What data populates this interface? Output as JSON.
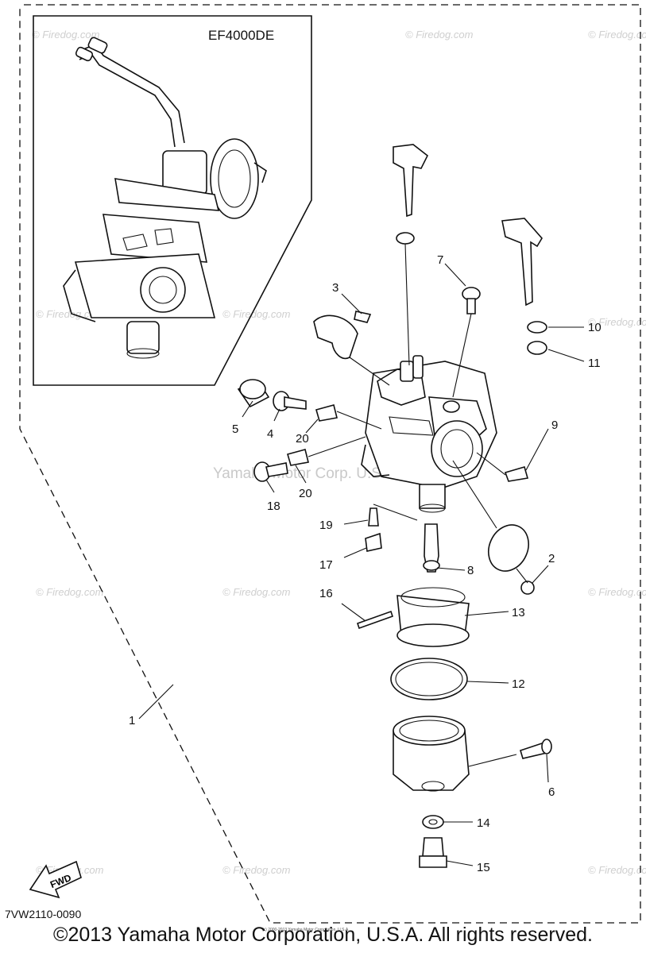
{
  "model_label": "EF4000DE",
  "diagram_code": "7VW2110-0090",
  "copyright": "©2013 Yamaha Motor Corporation, U.S.A. All rights reserved.",
  "center_watermark": "Yamaha Motor Corp. U.S.A.",
  "tiny_note": "(c) 2000-2013 Yamaha Motor Corporation, U.S.A.",
  "fwd_label": "FWD",
  "watermark_text": "© Firedog.com",
  "callouts": {
    "c1": "1",
    "c2": "2",
    "c3": "3",
    "c4": "4",
    "c5": "5",
    "c6": "6",
    "c7": "7",
    "c8": "8",
    "c9": "9",
    "c10": "10",
    "c11": "11",
    "c12": "12",
    "c13": "13",
    "c14": "14",
    "c15": "15",
    "c16": "16",
    "c17": "17",
    "c18": "18",
    "c19": "19",
    "c20a": "20",
    "c20b": "20"
  }
}
